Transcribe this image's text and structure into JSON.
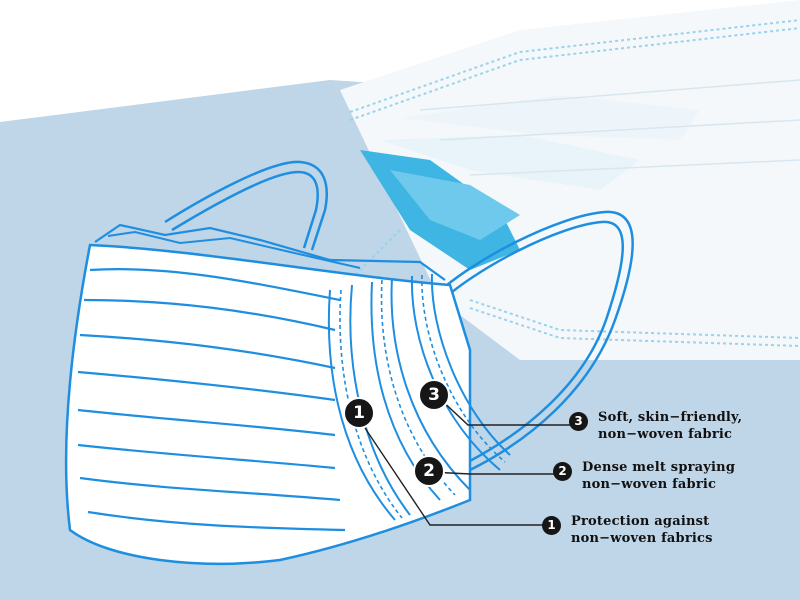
{
  "layers": [
    {
      "number": "3",
      "line1": "Soft, skin−friendly,",
      "line2": "non−woven fabric"
    },
    {
      "number": "2",
      "line1": "Dense melt spraying",
      "line2": "non−woven fabric"
    },
    {
      "number": "1",
      "line1": "Protection against",
      "line2": "non−woven fabrics"
    }
  ],
  "colors": {
    "background_band": "#bcd3e6",
    "outline_blue": "#1e8ee0",
    "mask_white": "#f7fafc",
    "mask_blue": "#45b9e6",
    "badge": "#161616"
  }
}
